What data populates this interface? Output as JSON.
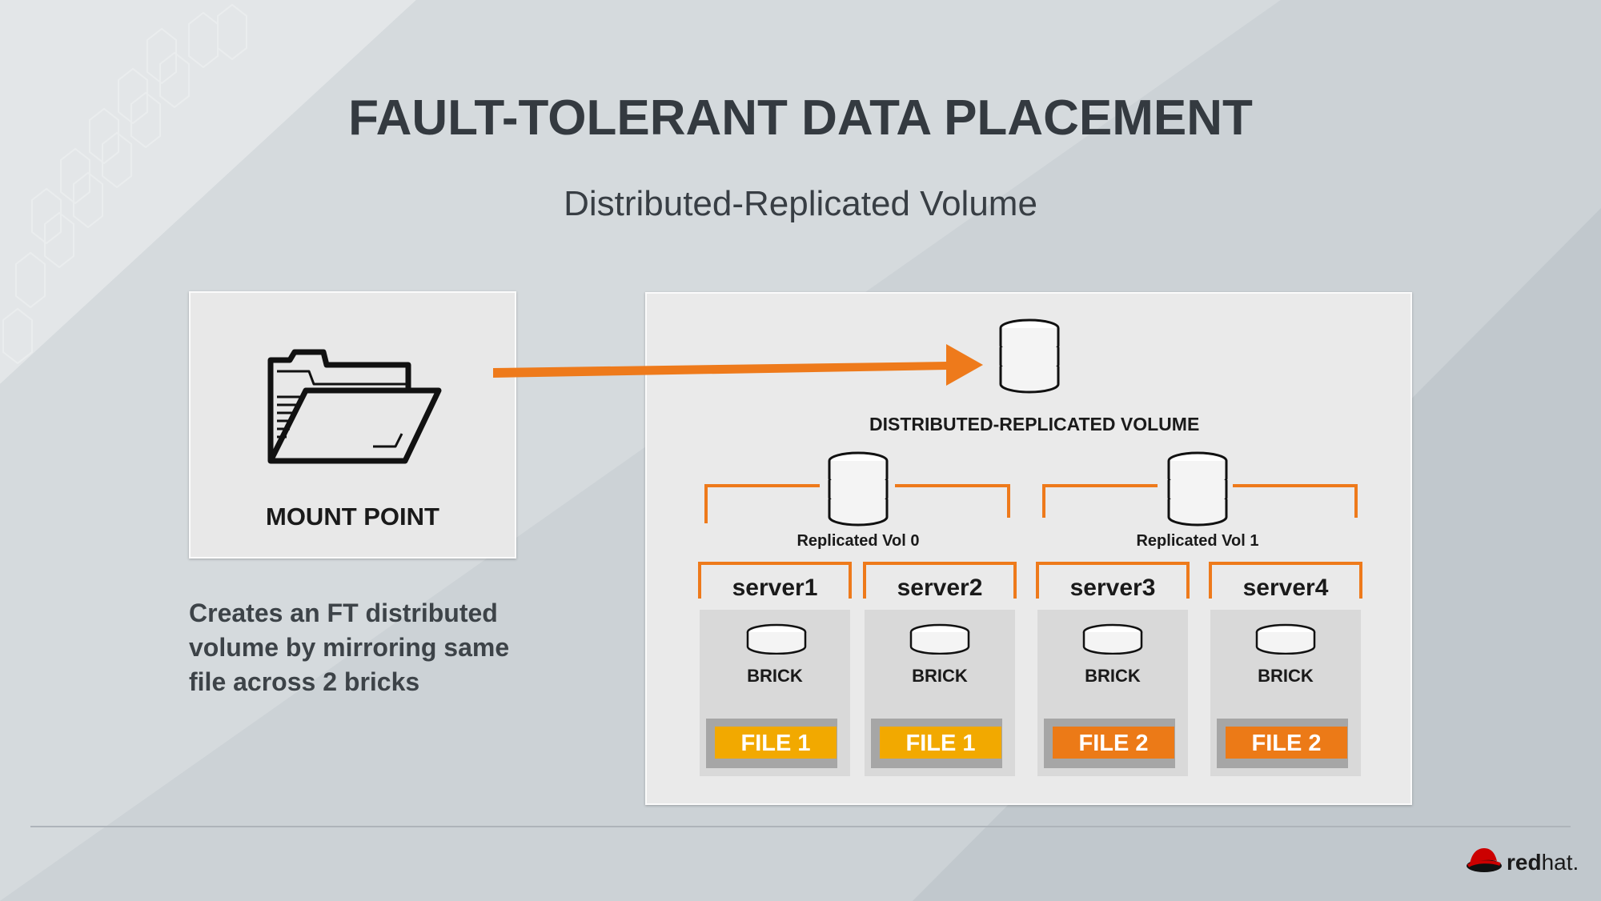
{
  "slide": {
    "title": "FAULT-TOLERANT DATA PLACEMENT",
    "subtitle": "Distributed-Replicated Volume"
  },
  "mount": {
    "label": "MOUNT POINT",
    "icon": "folder-icon"
  },
  "description": {
    "lines": [
      "Creates an FT distributed",
      "volume by mirroring same",
      "file across 2 bricks"
    ]
  },
  "volume": {
    "label": "DISTRIBUTED-REPLICATED VOLUME",
    "icon": "database-icon",
    "replicated_vols": [
      {
        "label": "Replicated Vol 0"
      },
      {
        "label": "Replicated Vol 1"
      }
    ],
    "servers": [
      {
        "name": "server1",
        "brick": "BRICK",
        "file": "FILE 1"
      },
      {
        "name": "server2",
        "brick": "BRICK",
        "file": "FILE 1"
      },
      {
        "name": "server3",
        "brick": "BRICK",
        "file": "FILE 2"
      },
      {
        "name": "server4",
        "brick": "BRICK",
        "file": "FILE 2"
      }
    ]
  },
  "logo": {
    "text_bold": "red",
    "text_light": "hat."
  },
  "colors": {
    "accent_orange": "#ee7a1b",
    "file1_fill": "#f2a900",
    "file2_fill": "#ec7a17",
    "title_text": "#343a40"
  }
}
